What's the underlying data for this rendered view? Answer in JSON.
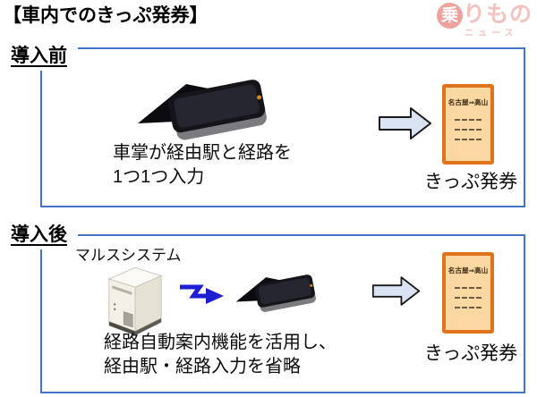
{
  "title": "【車内でのきっぷ発券】",
  "watermark": {
    "badge": "乗",
    "name": "りもの",
    "sub": "ニュース"
  },
  "before": {
    "label": "導入前",
    "desc1": "車掌が経由駅と経路を",
    "desc2": "1つ1つ入力",
    "ticket_route": "名古屋⇒高山",
    "result": "きっぷ発券"
  },
  "after": {
    "label": "導入後",
    "system": "マルスシステム",
    "desc1": "経路自動案内機能を活用し、",
    "desc2": "経由駅・経路入力を省略",
    "ticket_route": "名古屋⇒高山",
    "result": "きっぷ発券"
  },
  "icons": {
    "handheld_terminal": "conductor-handheld-ticket-terminal",
    "mars_server": "mars-system-server",
    "right_arrow": "right-block-arrow",
    "zigzag_arrow": "data-link-zigzag-arrow"
  },
  "colors": {
    "box_border": "#4472c4",
    "arrow_fill": "#dae3f3",
    "arrow_stroke": "#1a1a1a",
    "zigzag_arrow": "#1e1ed2",
    "ticket_border": "#e0741c",
    "ticket_fill": "#fbd8a2",
    "watermark_pink": "#efa29b",
    "watermark_badge": "#e4716a"
  }
}
